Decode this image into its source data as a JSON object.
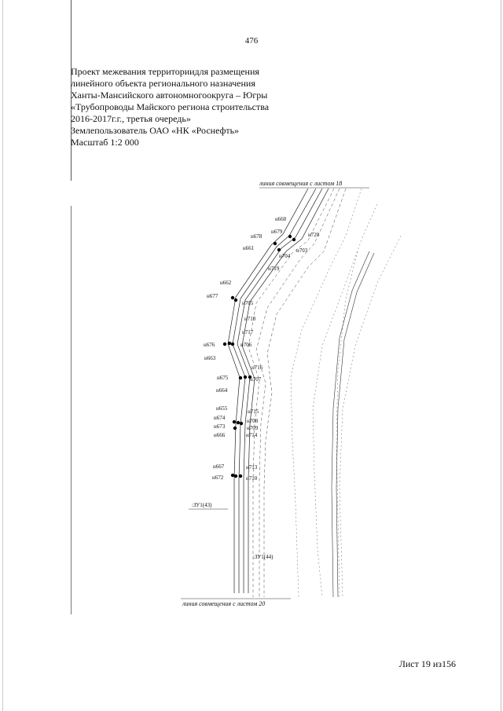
{
  "page": {
    "number": "476",
    "sheet": "Лист 19 из156"
  },
  "header": {
    "lines": [
      "Проект межевания территориидля размещения",
      "линейного объекта регионального назначения",
      "Ханты-Мансийского автономногоокруга – Югры",
      "«Трубопроводы Майского региона строительства",
      "2016-2017г.г., третья очередь»",
      "Землепользователь ОАО «НК «Роснефть»",
      "Масштаб 1:2 000"
    ]
  },
  "map": {
    "match_line_top": "линия совмещения с листом 18",
    "match_line_bottom": "линия совмещения с листом 20",
    "parcel_labels": [
      ":ЗУ1(43)",
      ":ЗУ1(44)"
    ],
    "points": [
      "н660",
      "н679",
      "н720",
      "н678",
      "н661",
      "н703",
      "н704",
      "н719",
      "н662",
      "н677",
      "н705",
      "н718",
      "н717",
      "н676",
      "н706",
      "н663",
      "н716",
      "н675",
      "н707",
      "н664",
      "н655",
      "н715",
      "н674",
      "н708",
      "н673",
      "н709",
      "н666",
      "н714",
      "н667",
      "н713",
      "н672",
      "н710"
    ]
  }
}
